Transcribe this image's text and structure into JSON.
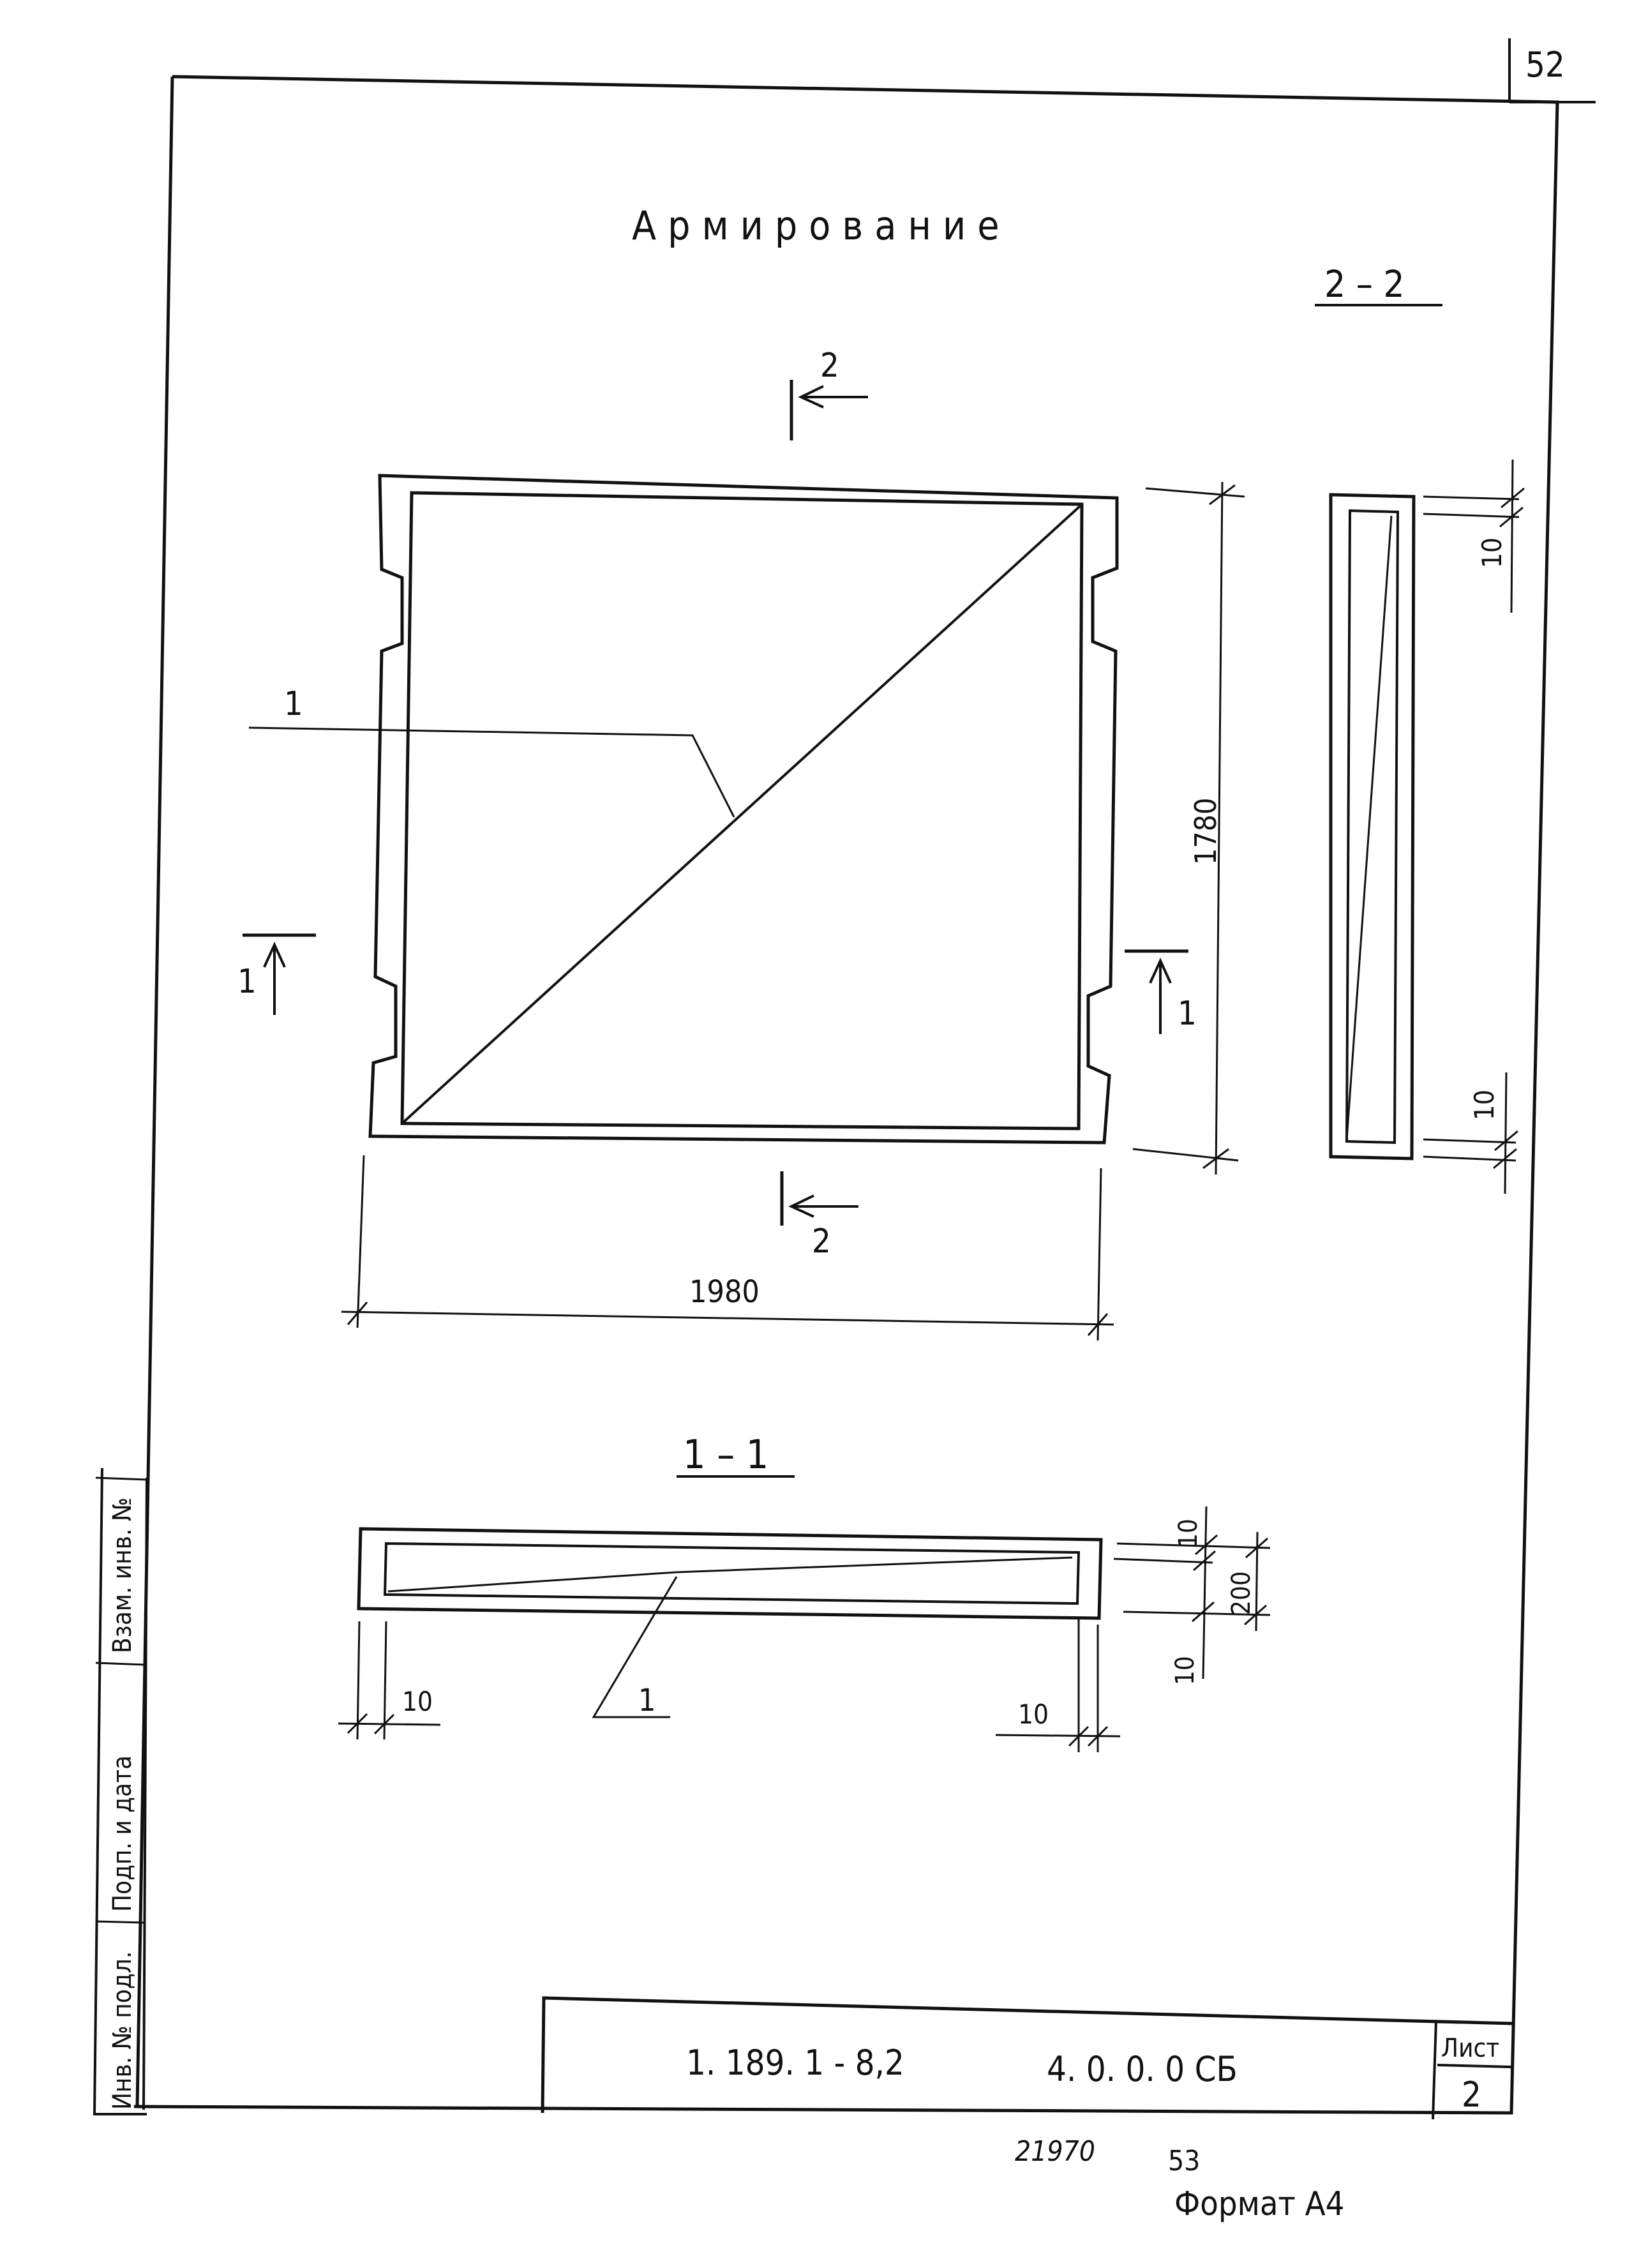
{
  "page_number": "52",
  "title": "Армирование",
  "views": {
    "plan": {
      "leader_label": "1"
    },
    "section_2_2": {
      "title": "2 – 2",
      "dim_top": "10",
      "dim_bottom": "10"
    },
    "section_1_1": {
      "title": "1 – 1",
      "dim_top": "10",
      "dim_height": "200",
      "dim_bottom": "10",
      "dim_left": "10",
      "dim_right": "10",
      "leader_label": "1"
    }
  },
  "section_marks": {
    "top": "2",
    "bottom": "2",
    "left": "1",
    "right": "1"
  },
  "dimensions": {
    "width": "1980",
    "height": "1780"
  },
  "side_stamp": {
    "cells": [
      "Инв. № подл.",
      "Подп. и дата",
      "Взам. инв. №"
    ]
  },
  "title_block": {
    "doc_code": "1. 189. 1 - 8,2",
    "mark": "4. 0. 0. 0 СБ",
    "sheet_label": "Лист",
    "sheet_number": "2"
  },
  "footer": {
    "archive_number": "21970",
    "page_ref": "53",
    "format": "Формат А4"
  }
}
